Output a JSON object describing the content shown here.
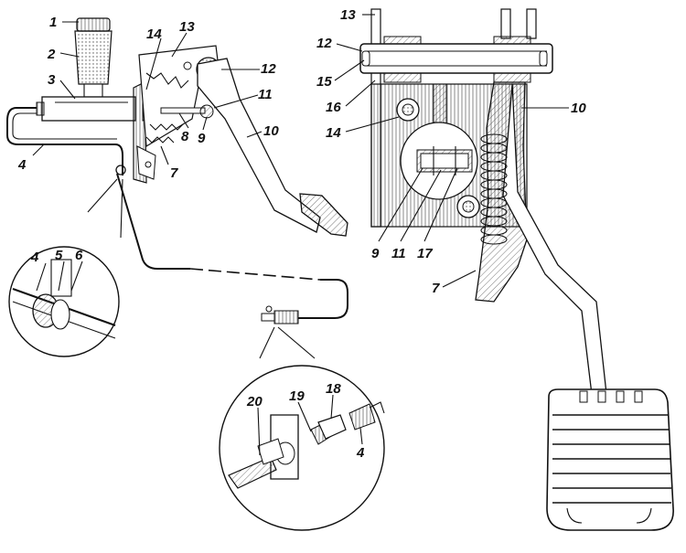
{
  "labels": {
    "left": [
      {
        "id": "l1",
        "text": "1"
      },
      {
        "id": "l2",
        "text": "2"
      },
      {
        "id": "l3",
        "text": "3"
      },
      {
        "id": "l4",
        "text": "4"
      },
      {
        "id": "l14",
        "text": "14"
      },
      {
        "id": "l13",
        "text": "13"
      },
      {
        "id": "l12",
        "text": "12"
      },
      {
        "id": "l11",
        "text": "11"
      },
      {
        "id": "l10",
        "text": "10"
      },
      {
        "id": "l9",
        "text": "9"
      },
      {
        "id": "l8",
        "text": "8"
      },
      {
        "id": "l7",
        "text": "7"
      }
    ],
    "inset_hose": [
      {
        "id": "i4",
        "text": "4"
      },
      {
        "id": "i5",
        "text": "5"
      },
      {
        "id": "i6",
        "text": "6"
      }
    ],
    "inset_fitting": [
      {
        "id": "f20",
        "text": "20"
      },
      {
        "id": "f19",
        "text": "19"
      },
      {
        "id": "f18",
        "text": "18"
      },
      {
        "id": "f4",
        "text": "4"
      }
    ],
    "right": [
      {
        "id": "r13",
        "text": "13"
      },
      {
        "id": "r12",
        "text": "12"
      },
      {
        "id": "r15",
        "text": "15"
      },
      {
        "id": "r16",
        "text": "16"
      },
      {
        "id": "r14",
        "text": "14"
      },
      {
        "id": "r10",
        "text": "10"
      },
      {
        "id": "r9",
        "text": "9"
      },
      {
        "id": "r11",
        "text": "11"
      },
      {
        "id": "r17",
        "text": "17"
      },
      {
        "id": "r7",
        "text": "7"
      }
    ]
  },
  "colors": {
    "ink": "#111111",
    "hatch": "#555555",
    "paper": "#ffffff"
  }
}
